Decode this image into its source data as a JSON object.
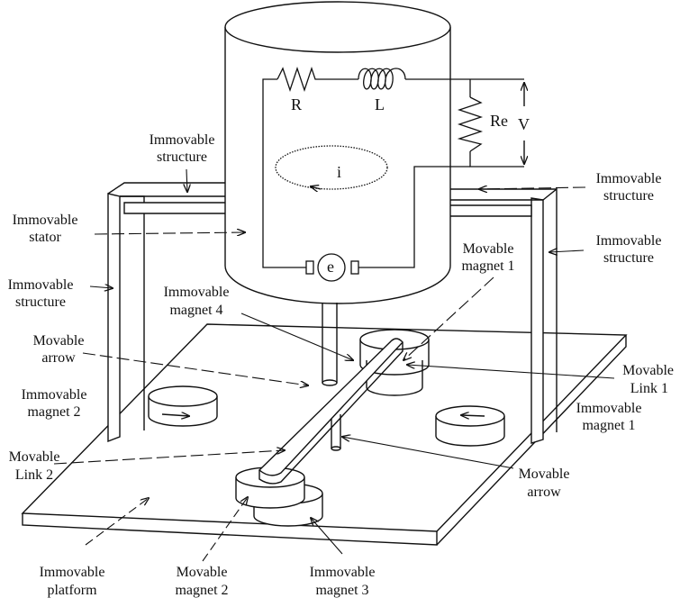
{
  "circuit": {
    "resistor": "R",
    "inductor": "L",
    "load_resistor": "Re",
    "voltage": "V",
    "current": "i",
    "emf": "e"
  },
  "labels": {
    "immovable_structure_top": [
      "Immovable",
      "structure"
    ],
    "immovable_stator": [
      "Immovable",
      "stator"
    ],
    "immovable_structure_left": [
      "Immovable",
      "structure"
    ],
    "immovable_magnet_4": [
      "Immovable",
      "magnet 4"
    ],
    "movable_arrow_left": [
      "Movable",
      "arrow"
    ],
    "immovable_magnet_2": [
      "Immovable",
      "magnet 2"
    ],
    "movable_link_2": [
      "Movable",
      "Link 2"
    ],
    "immovable_platform": [
      "Immovable",
      "platform"
    ],
    "movable_magnet_2": [
      "Movable",
      "magnet 2"
    ],
    "immovable_magnet_3": [
      "Immovable",
      "magnet 3"
    ],
    "movable_magnet_1": [
      "Movable",
      "magnet 1"
    ],
    "immovable_structure_right_top": [
      "Immovable",
      "structure"
    ],
    "immovable_structure_right": [
      "Immovable",
      "structure"
    ],
    "movable_link_1": [
      "Movable",
      "Link 1"
    ],
    "immovable_magnet_1": [
      "Immovable",
      "magnet 1"
    ],
    "movable_arrow_right": [
      "Movable",
      "arrow"
    ]
  }
}
